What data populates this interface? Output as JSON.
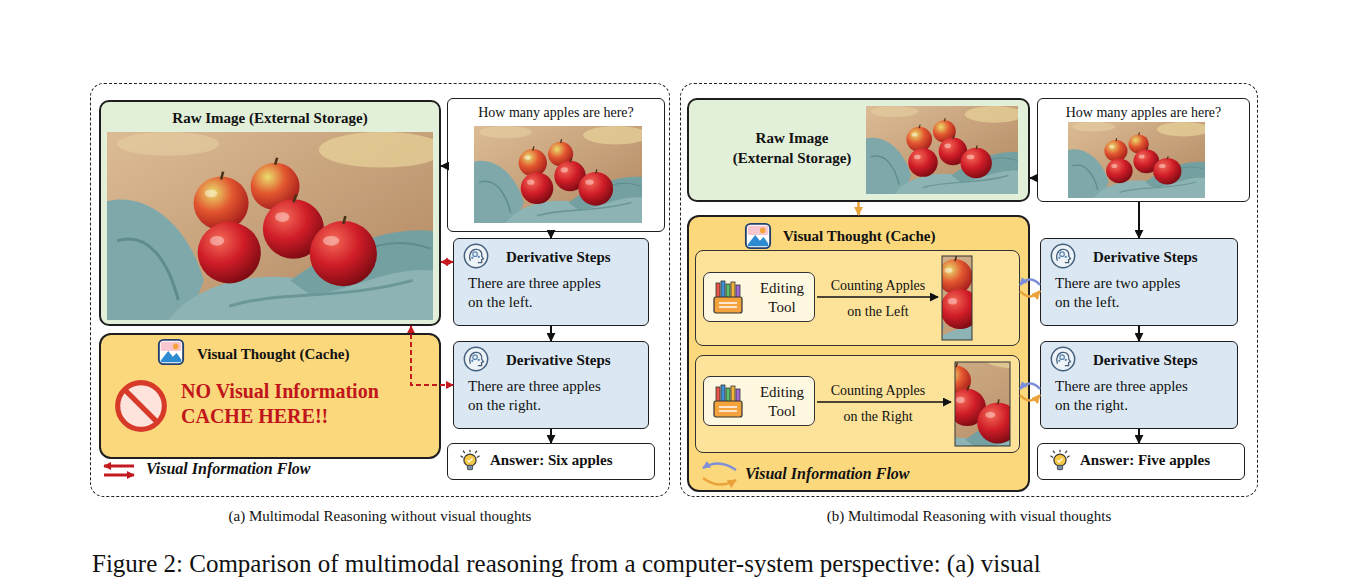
{
  "diagram": {
    "caption": "Figure 2: Comparison of multimodal reasoning from a computer-system perspective: (a) visual",
    "nodes": [
      {
        "text": [
          "(a) Multimodal Reasoning without visual thoughts"
        ]
      },
      {
        "text": [
          "Raw Image (External Storage)"
        ],
        "in": 0
      },
      {
        "text": [
          "Visual Thought (Cache)",
          "NO Visual Information CACHE HERE!!"
        ],
        "in": 0
      },
      {
        "text": [
          "How many apples are here?"
        ],
        "in": 0
      },
      {
        "text": [
          "Derivative Steps",
          "There are three apples on the left."
        ],
        "in": 0
      },
      {
        "text": [
          "Derivative Steps",
          "There are three apples on the right."
        ],
        "in": 0
      },
      {
        "text": [
          "Answer: Six apples"
        ],
        "in": 0
      },
      {
        "text": [
          "(b) Multimodal Reasoning with visual thoughts"
        ]
      },
      {
        "text": [
          "Raw Image (External Storage)"
        ],
        "in": 7
      },
      {
        "text": [
          "Visual Thought (Cache)"
        ],
        "in": 7
      },
      {
        "text": [
          "Counting Apples on the Left"
        ],
        "in": 9
      },
      {
        "text": [
          "Editing Tool"
        ],
        "in": 10
      },
      {
        "text": [
          "Counting Apples on the Right"
        ],
        "in": 9
      },
      {
        "text": [
          "Editing Tool"
        ],
        "in": 12
      },
      {
        "text": [
          "How many apples are here?"
        ],
        "in": 7
      },
      {
        "text": [
          "Derivative Steps",
          "There are two apples on the left."
        ],
        "in": 7
      },
      {
        "text": [
          "Derivative Steps",
          "There are three apples on the right."
        ],
        "in": 7
      },
      {
        "text": [
          "Answer: Five apples"
        ],
        "in": 7
      }
    ],
    "edges": [
      {
        "from": 3,
        "to": 1,
        "arrow": "to"
      },
      {
        "from": 3,
        "to": 4,
        "arrow": "to"
      },
      {
        "from": 4,
        "to": 5,
        "arrow": "to"
      },
      {
        "from": 5,
        "to": 6,
        "arrow": "to"
      },
      {
        "from": 1,
        "to": 4,
        "arrow": "both"
      },
      {
        "from": 1,
        "to": 5,
        "arrow": "both"
      },
      {
        "from": 14,
        "to": 8,
        "arrow": "to"
      },
      {
        "from": 8,
        "to": 9,
        "arrow": "to"
      },
      {
        "from": 14,
        "to": 15,
        "arrow": "to"
      },
      {
        "from": 15,
        "to": 16,
        "arrow": "to"
      },
      {
        "from": 16,
        "to": 17,
        "arrow": "to"
      },
      {
        "from": 10,
        "to": 15,
        "arrow": "both"
      },
      {
        "from": 12,
        "to": 16,
        "arrow": "both"
      }
    ],
    "legend": [
      {
        "text": "Visual Information Flow"
      },
      {
        "text": "Visual Information Flow"
      }
    ]
  }
}
